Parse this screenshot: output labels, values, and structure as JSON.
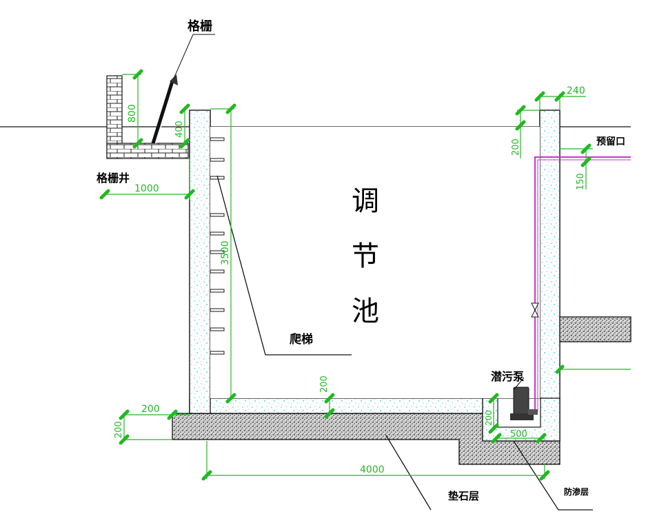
{
  "labels": {
    "grille": "格栅",
    "grille_well": "格栅井",
    "tank_name_1": "调",
    "tank_name_2": "节",
    "tank_name_3": "池",
    "ladder": "爬梯",
    "sewage_pump": "潜污泵",
    "reserved_opening": "预留口",
    "gravel_layer": "垫石层",
    "bottom_right_note": "防渗层"
  },
  "dimensions": {
    "grille_height": "800",
    "wall_top": "400",
    "well_width": "1000",
    "tank_depth": "3500",
    "wall_right": "240",
    "opening_height": "200",
    "opening_offset": "150",
    "floor_thickness": "200",
    "ledge_width": "200",
    "base_height": "200",
    "pump_pit": "200",
    "pit_width": "500",
    "tank_width": "4000"
  },
  "colors": {
    "dimension": "#22b822",
    "pipe": "#cc33cc",
    "line": "#111111",
    "concrete_dots": "#5fd0e6"
  }
}
